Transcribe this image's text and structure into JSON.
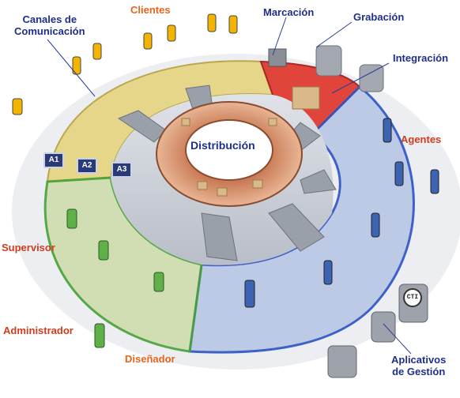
{
  "labels": {
    "canales": "Canales de\nComunicación",
    "clientes": "Clientes",
    "marcacion": "Marcación",
    "grabacion": "Grabación",
    "integracion": "Integración",
    "agentes": "Agentes",
    "distribucion": "Distribución",
    "supervisor": "Supervisor",
    "administrador": "Administrador",
    "disenador": "Diseñador",
    "aplicativos": "Aplicativos\nde Gestión"
  },
  "monitors": [
    "A1",
    "A2",
    "A3"
  ],
  "server_badge": "CTI",
  "colors": {
    "label_blue": "#1f2f8a",
    "label_orange": "#e8641c",
    "channels_ring": "#e6d68a",
    "integration_ring": "#e0443a",
    "agents_ring": "#b9c8e4",
    "supervisor_ring": "#cfdcae",
    "distribution_ring": "#d6a07a"
  }
}
